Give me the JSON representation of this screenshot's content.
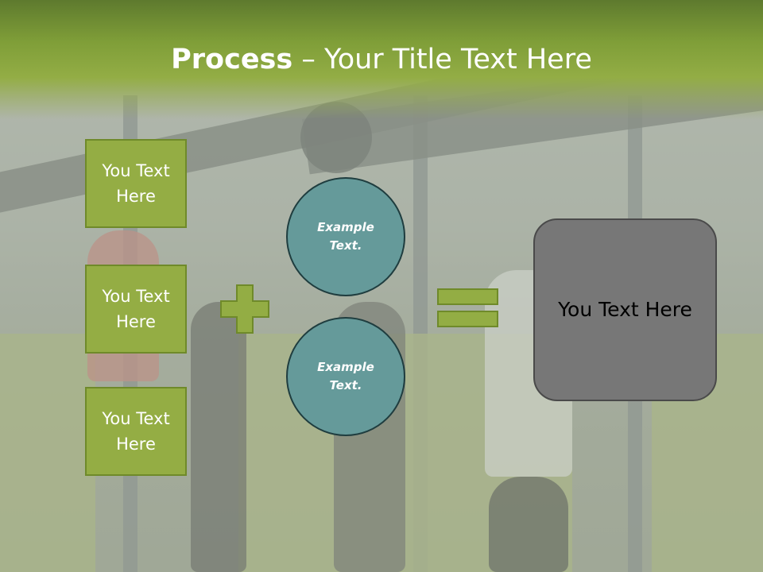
{
  "slide": {
    "title_bold": "Process",
    "title_rest": " – Your Title Text Here",
    "left_boxes": [
      "You Text Here",
      "You Text Here",
      "You Text Here"
    ],
    "circles": [
      "Example Text.",
      "Example Text."
    ],
    "result": "You Text Here"
  },
  "colors": {
    "title_band": "#8aa63e",
    "box_fill": "#94ad44",
    "circle_fill": "#659a9a",
    "result_fill": "#777777"
  },
  "icons": [
    "plus-icon",
    "equals-icon"
  ]
}
